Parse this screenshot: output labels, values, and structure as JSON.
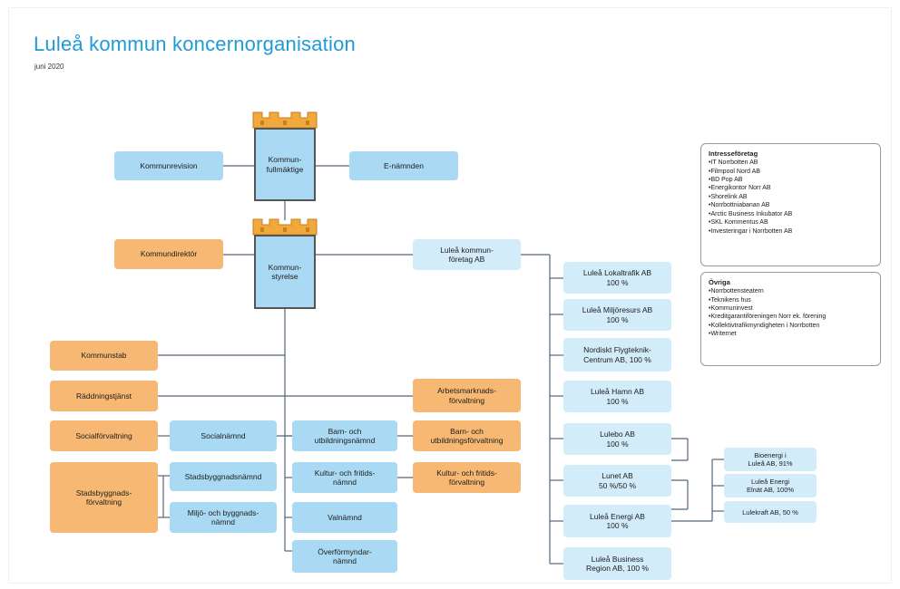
{
  "header": {
    "title": "Luleå kommun koncernorganisation",
    "date": "juni 2020"
  },
  "nodes": {
    "kommunfullmaktige": "Kommun-\nfullmäktige",
    "kommunrevision": "Kommunrevision",
    "e_namnden": "E-nämnden",
    "kommunstyrelse": "Kommun-\nstyrelse",
    "kommundirektor": "Kommundirektör",
    "kommunforetag": "Luleå kommun-\nföretag AB",
    "kommunstab": "Kommunstab",
    "raddningstjanst": "Räddningstjänst",
    "arbetsmarknad": "Arbetsmarknads-\nförvaltning",
    "socialforvaltning": "Socialförvaltning",
    "socialnamnd": "Socialnämnd",
    "barn_namnd": "Barn- och\nutbildningsnämnd",
    "barn_forvaltning": "Barn- och\nutbildningsförvaltning",
    "stadsbygg_forvaltning": "Stadsbyggnads-\nförvaltning",
    "stadsbygg_namnd": "Stadsbyggnadsnämnd",
    "kultur_namnd": "Kultur- och fritids-\nnämnd",
    "kultur_forvaltning": "Kultur- och fritids-\nförvaltning",
    "miljo_namnd": "Miljö- och byggnads-\nnämnd",
    "valnamnd": "Valnämnd",
    "overformyndar": "Överförmyndar-\nnämnd"
  },
  "companies": [
    "Luleå Lokaltrafik AB\n100 %",
    "Luleå Miljöresurs AB\n100 %",
    "Nordiskt Flygteknik-\nCentrum AB, 100 %",
    "Luleå Hamn AB\n100 %",
    "Lulebo AB\n100 %",
    "Lunet AB\n50 %/50 %",
    "Luleå Energi AB\n100 %",
    "Luleå Business\nRegion AB, 100 %"
  ],
  "subsidiaries": [
    "Bioenergi i\nLuleå AB, 91%",
    "Luleå Energi\nElnät AB, 100%",
    "Lulekraft AB, 50 %"
  ],
  "intressebolag": {
    "heading": "Intresseföretag",
    "items": [
      "IT Norrbotten AB",
      "Filmpool Nord AB",
      "BD Pop AB",
      "Energikontor Norr AB",
      "Shorelink AB",
      "Norrbottniabanan AB",
      "Arctic Business Inkubator AB",
      "SKL Kommentus AB",
      "Investeringar i Norrbotten AB"
    ]
  },
  "ovriga": {
    "heading": "Övriga",
    "items": [
      "Norrbottensteatern",
      "Teknikens hus",
      "Kommuninvest",
      "Kreditgarantiföreningen Norr ek. förening",
      "Kollektivtrafikmyndigheten i Norrbotten",
      "Writernet"
    ]
  },
  "colors": {
    "title": "#1f9ad6",
    "blue_box": "#a9d9f3",
    "light_blue_box": "#d3ecfa",
    "orange_box": "#f6b872",
    "castle_border": "#555555",
    "crown": "#f2a93b",
    "line": "#556677"
  }
}
